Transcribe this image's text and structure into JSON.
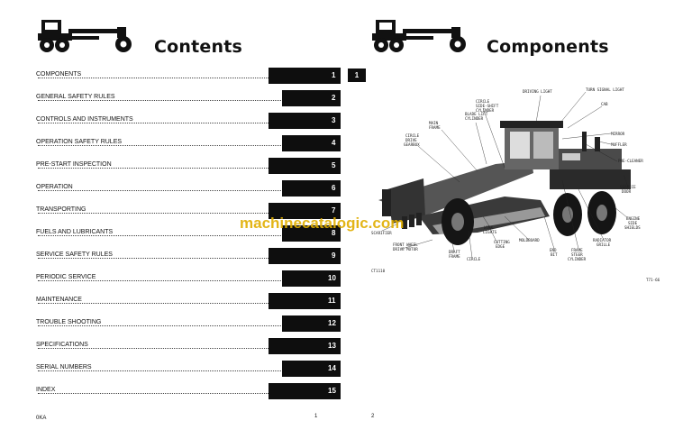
{
  "left_page": {
    "heading": "Contents",
    "footer_code": "0KA",
    "page_number": "1",
    "toc": [
      {
        "label": "COMPONENTS",
        "number": "1"
      },
      {
        "label": "GENERAL SAFETY RULES",
        "number": "2"
      },
      {
        "label": "CONTROLS AND INSTRUMENTS",
        "number": "3"
      },
      {
        "label": "OPERATION SAFETY RULES",
        "number": "4"
      },
      {
        "label": "PRE-START INSPECTION",
        "number": "5"
      },
      {
        "label": "OPERATION",
        "number": "6"
      },
      {
        "label": "TRANSPORTING",
        "number": "7"
      },
      {
        "label": "FUELS AND LUBRICANTS",
        "number": "8"
      },
      {
        "label": "SERVICE SAFETY RULES",
        "number": "9"
      },
      {
        "label": "PERIODIC SERVICE",
        "number": "10"
      },
      {
        "label": "MAINTENANCE",
        "number": "11"
      },
      {
        "label": "TROUBLE SHOOTING",
        "number": "12"
      },
      {
        "label": "SPECIFICATIONS",
        "number": "13"
      },
      {
        "label": "SERIAL NUMBERS",
        "number": "14"
      },
      {
        "label": "INDEX",
        "number": "15"
      }
    ]
  },
  "right_page": {
    "heading": "Components",
    "side_tab": "1",
    "page_number": "2",
    "figure_code": "CT1110",
    "small_code": "T71-66",
    "callouts": {
      "driving_light": "DRIVING LIGHT",
      "turn_signal": "TURN SIGNAL LIGHT",
      "cab": "CAB",
      "mirror": "MIRROR",
      "muffler": "MUFFLER",
      "pre_cleaner": "PRE-CLEANER",
      "service_door_1": "SERVICE",
      "service_door_2": "DOOR",
      "engine_shields_1": "ENGINE",
      "engine_shields_2": "SIDE",
      "engine_shields_3": "SHIELDS",
      "radiator_1": "RADIATOR",
      "radiator_2": "GRILLE",
      "frame_steer_1": "FRAME",
      "frame_steer_2": "STEER",
      "frame_steer_3": "CYLINDER",
      "end_bit_1": "END",
      "end_bit_2": "BIT",
      "moldboard": "MOLDBOARD",
      "cutting_edge_1": "CUTTING",
      "cutting_edge_2": "EDGE",
      "work_lights_1": "WORK",
      "work_lights_2": "LIGHTS",
      "circle_bottom": "CIRCLE",
      "draft_frame_1": "DRAFT",
      "draft_frame_2": "FRAME",
      "front_wheel_1": "FRONT WHEEL",
      "front_wheel_2": "DRIVE MOTOR",
      "scarifier": "SCARIFIER",
      "circle_drive_1": "CIRCLE",
      "circle_drive_2": "DRIVE",
      "circle_drive_3": "GEARBOX",
      "main_frame_1": "MAIN",
      "main_frame_2": "FRAME",
      "blade_lift_1": "BLADE LIFT",
      "blade_lift_2": "CYLINDER",
      "circle_side_1": "CIRCLE",
      "circle_side_2": "SIDE-SHIFT",
      "circle_side_3": "CYLINDER"
    }
  },
  "watermark": "machinecatalogic.com",
  "colors": {
    "tab": "#0e0e0e",
    "watermark": "#e0ae00"
  }
}
